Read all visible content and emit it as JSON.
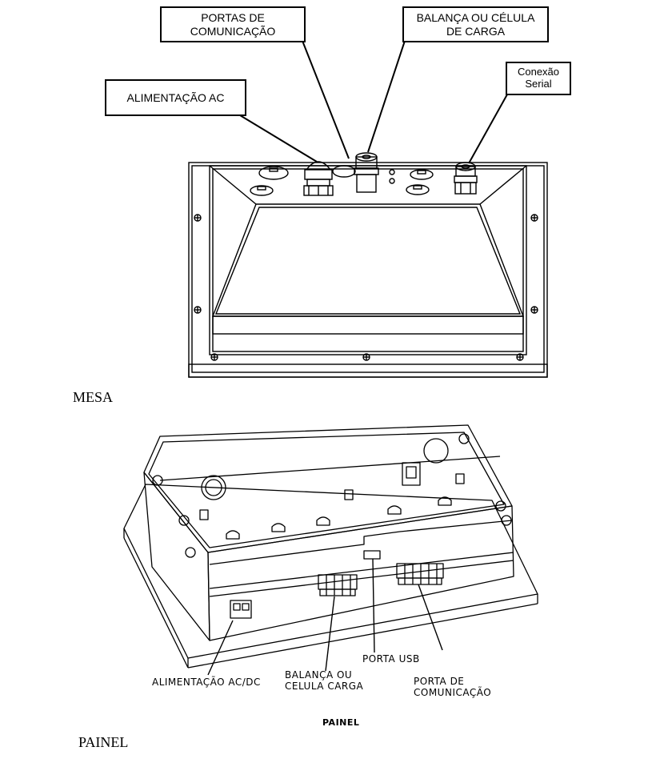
{
  "mesa": {
    "callouts": {
      "portas": [
        "PORTAS DE",
        "COMUNICAÇÃO"
      ],
      "balanca": [
        "BALANÇA OU CÉLULA",
        "DE CARGA"
      ],
      "alimentacao": [
        "ALIMENTAÇÃO AC"
      ],
      "serial": [
        "Conexão",
        "Serial"
      ]
    },
    "caption": "MESA"
  },
  "painel": {
    "labels": {
      "alimentacao": "ALIMENTAÇÃO AC/DC",
      "balanca": [
        "BALANÇA OU",
        "CELULA CARGA"
      ],
      "usb": "PORTA USB",
      "comunicacao": [
        "PORTA DE",
        "COMUNICAÇÃO"
      ]
    },
    "subtitle": "PAINEL",
    "caption": "PAINEL"
  }
}
